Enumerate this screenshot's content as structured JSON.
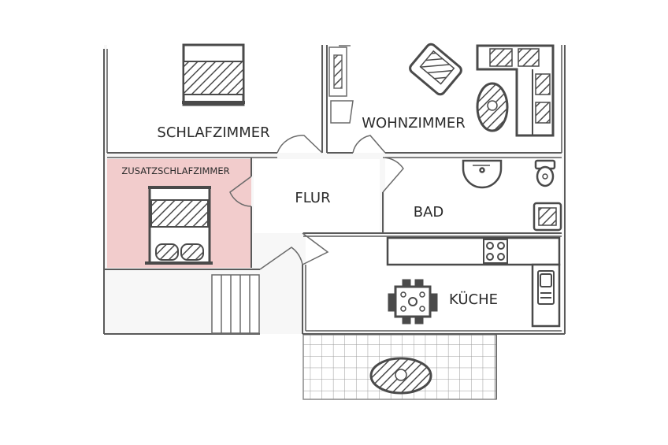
{
  "rooms": {
    "schlafzimmer": "SCHLAFZIMMER",
    "wohnzimmer": "WOHNZIMMER",
    "zusatzschlafzimmer": "ZUSATZSCHLAFZIMMER",
    "flur": "FLUR",
    "bad": "BAD",
    "kueche": "KÜCHE"
  },
  "colors": {
    "highlight": "#f2cccc",
    "wall": "#5a5a5a",
    "furniture": "#4a4a4a",
    "floor_shade": "#f7f7f7"
  }
}
